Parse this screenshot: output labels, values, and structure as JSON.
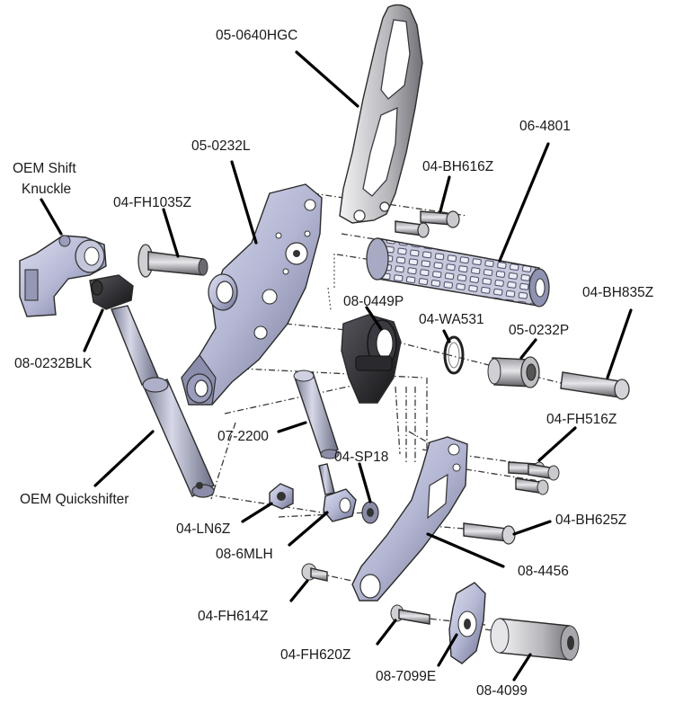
{
  "labels": {
    "l_0640hgc": "05-0640HGC",
    "l_0232l": "05-0232L",
    "l_4801": "06-4801",
    "l_oem_knuckle_1": "OEM Shift",
    "l_oem_knuckle_2": "Knuckle",
    "l_fh1035z": "04-FH1035Z",
    "l_bh616z": "04-BH616Z",
    "l_0449p": "08-0449P",
    "l_bh835z": "04-BH835Z",
    "l_wa531": "04-WA531",
    "l_0232p": "05-0232P",
    "l_0232blk": "08-0232BLK",
    "l_2200": "07-2200",
    "l_sp18": "04-SP18",
    "l_fh516z": "04-FH516Z",
    "l_quickshifter": "OEM Quickshifter",
    "l_ln6z": "04-LN6Z",
    "l_bh625z": "04-BH625Z",
    "l_6mlh": "08-6MLH",
    "l_4456": "08-4456",
    "l_fh614z": "04-FH614Z",
    "l_fh620z": "04-FH620Z",
    "l_7099e": "08-7099E",
    "l_4099": "08-4099"
  },
  "colors": {
    "part_fill": "#b9bcd6",
    "part_dark": "#5f6280",
    "metal_light": "#d8d8dc",
    "metal_dark": "#6a6a70",
    "black_part": "#2a2a2e",
    "leader": "#000000"
  }
}
